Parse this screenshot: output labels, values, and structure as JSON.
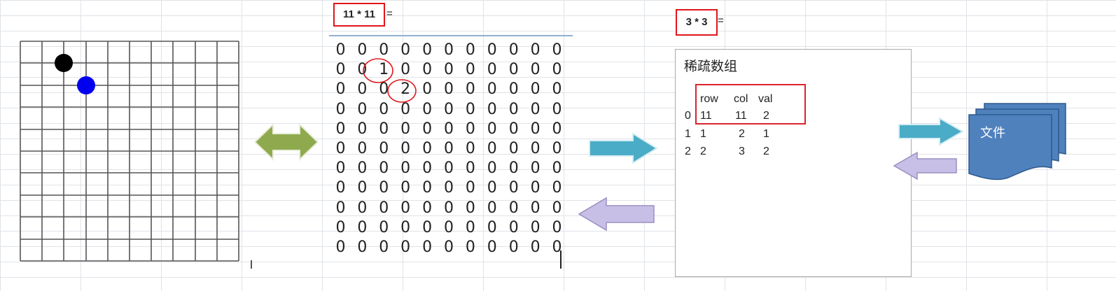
{
  "board": {
    "size": 11,
    "stones": [
      {
        "row": 1,
        "col": 2,
        "color": "#000000"
      },
      {
        "row": 2,
        "col": 3,
        "color": "#0000ee"
      }
    ]
  },
  "formula_left": {
    "label": "11 * 11",
    "equals": "="
  },
  "formula_right": {
    "label": "3 * 3",
    "equals": "="
  },
  "matrix": [
    [
      "0",
      "0",
      "0",
      "0",
      "0",
      "0",
      "0",
      "0",
      "0",
      "0",
      "0"
    ],
    [
      "0",
      "0",
      "1",
      "0",
      "0",
      "0",
      "0",
      "0",
      "0",
      "0",
      "0"
    ],
    [
      "0",
      "0",
      "0",
      "2",
      "0",
      "0",
      "0",
      "0",
      "0",
      "0",
      "0"
    ],
    [
      "0",
      "0",
      "0",
      "0",
      "0",
      "0",
      "0",
      "0",
      "0",
      "0",
      "0"
    ],
    [
      "0",
      "0",
      "0",
      "0",
      "0",
      "0",
      "0",
      "0",
      "0",
      "0",
      "0"
    ],
    [
      "0",
      "0",
      "0",
      "0",
      "0",
      "0",
      "0",
      "0",
      "0",
      "0",
      "0"
    ],
    [
      "0",
      "0",
      "0",
      "0",
      "0",
      "0",
      "0",
      "0",
      "0",
      "0",
      "0"
    ],
    [
      "0",
      "0",
      "0",
      "0",
      "0",
      "0",
      "0",
      "0",
      "0",
      "0",
      "0"
    ],
    [
      "0",
      "0",
      "0",
      "0",
      "0",
      "0",
      "0",
      "0",
      "0",
      "0",
      "0"
    ],
    [
      "0",
      "0",
      "0",
      "0",
      "0",
      "0",
      "0",
      "0",
      "0",
      "0",
      "0"
    ],
    [
      "0",
      "0",
      "0",
      "0",
      "0",
      "0",
      "0",
      "0",
      "0",
      "0",
      "0"
    ]
  ],
  "sparse": {
    "title": "稀疏数组",
    "headers": [
      "row",
      "col",
      "val"
    ],
    "index": [
      "0",
      "1",
      "2"
    ],
    "rows": [
      [
        "11",
        "11",
        "2"
      ],
      [
        "1",
        "2",
        "1"
      ],
      [
        "2",
        "3",
        "2"
      ]
    ]
  },
  "file_label": "文件",
  "colors": {
    "green_arrow": "#8faa4e",
    "blue_arrow": "#4aacc6",
    "purple_arrow": "#c8bfe6",
    "highlight": "#e0161b",
    "file": "#4f81bd"
  }
}
